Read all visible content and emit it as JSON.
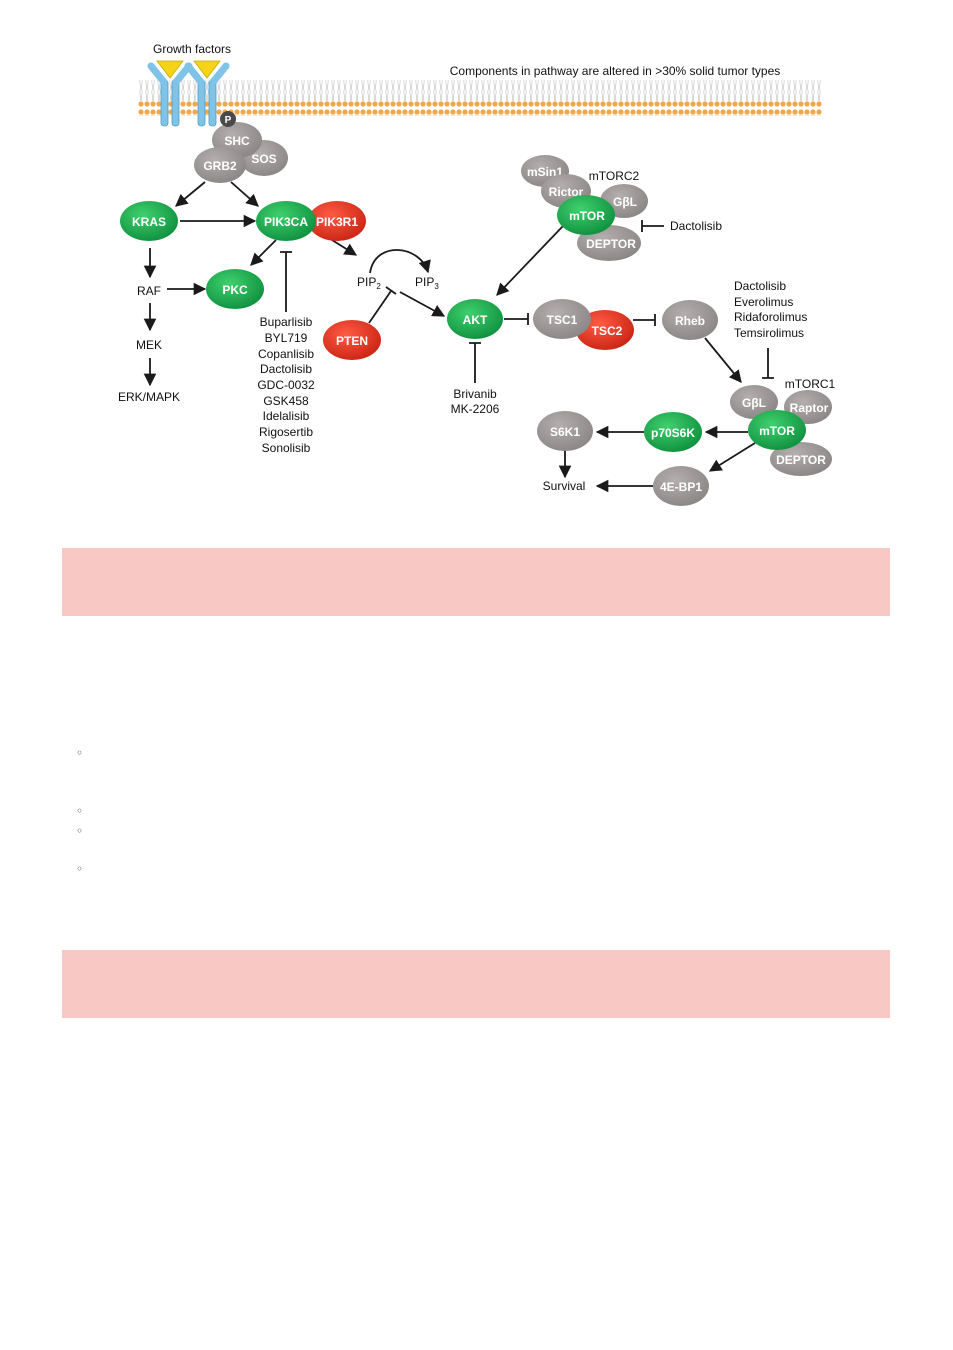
{
  "header": {
    "growth_factors": "Growth factors",
    "pathway_note": "Components in pathway are altered in >30% solid tumor types"
  },
  "nodes": {
    "p": "P",
    "shc": "SHC",
    "sos": "SOS",
    "grb2": "GRB2",
    "kras": "KRAS",
    "pik3ca": "PIK3CA",
    "pik3r1": "PIK3R1",
    "pkc": "PKC",
    "raf": "RAF",
    "mek": "MEK",
    "erk": "ERK/MAPK",
    "pip2": "PIP",
    "pip2_sub": "2",
    "pip3": "PIP",
    "pip3_sub": "3",
    "pten": "PTEN",
    "akt": "AKT",
    "tsc1": "TSC1",
    "tsc2": "TSC2",
    "rheb": "Rheb",
    "msin1": "mSin1",
    "rictor": "Rictor",
    "mtor2": "mTOR",
    "gbl2": "GβL",
    "deptor2": "DEPTOR",
    "mtorc2": "mTORC2",
    "gbl1": "GβL",
    "raptor": "Raptor",
    "mtor1": "mTOR",
    "deptor1": "DEPTOR",
    "mtorc1": "mTORC1",
    "p70s6k": "p70S6K",
    "s6k1": "S6K1",
    "ebp1": "4E-BP1",
    "survival": "Survival"
  },
  "drugs": {
    "pik3": [
      "Buparlisib",
      "BYL719",
      "Copanlisib",
      "Dactolisib",
      "GDC-0032",
      "GSK458",
      "Idelalisib",
      "Rigosertib",
      "Sonolisib"
    ],
    "mtorc2": "Dactolisib",
    "mtorc1": [
      "Dactolisib",
      "Everolimus",
      "Ridaforolimus",
      "Temsirolimus"
    ],
    "akt": [
      "Brivanib",
      "MK-2206"
    ]
  },
  "colors": {
    "green": "#13a34a",
    "red": "#e0321f",
    "gray": "#9a9595",
    "membrane": "#f2a84a",
    "receptor": "#7fc3e6",
    "ligand": "#f5d418",
    "band": "#f8c9c4"
  },
  "bullets": [
    "◦",
    "◦",
    "◦",
    "◦"
  ]
}
